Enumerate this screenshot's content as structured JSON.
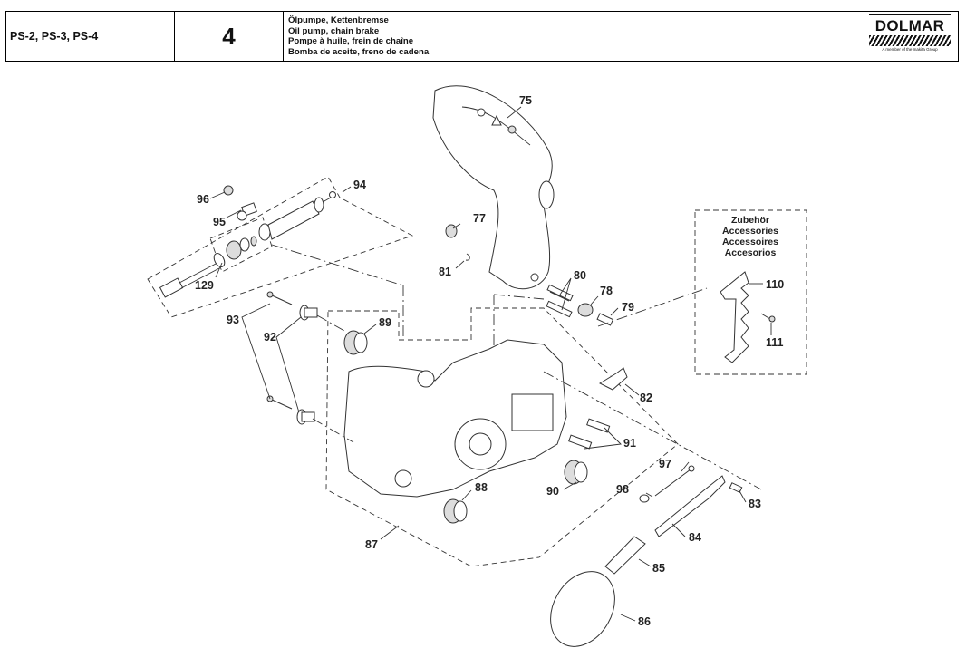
{
  "header": {
    "models": "PS-2, PS-3, PS-4",
    "group_number": "4",
    "titles": [
      "Ölpumpe, Kettenbremse",
      "Oil pump, chain brake",
      "Pompe à huile, frein de chaîne",
      "Bomba de aceite, freno de cadena"
    ],
    "logo": {
      "brand": "DOLMAR",
      "tagline": "A member of the makita Group"
    }
  },
  "accessories_box": {
    "titles": [
      "Zubehör",
      "Accessories",
      "Accessoires",
      "Accesorios"
    ]
  },
  "part_labels": {
    "p75": "75",
    "p77": "77",
    "p78": "78",
    "p79": "79",
    "p80": "80",
    "p81": "81",
    "p82": "82",
    "p83": "83",
    "p84": "84",
    "p85": "85",
    "p86": "86",
    "p87": "87",
    "p88": "88",
    "p89": "89",
    "p90": "90",
    "p91": "91",
    "p92": "92",
    "p93": "93",
    "p94": "94",
    "p95": "95",
    "p96": "96",
    "p97": "97",
    "p98": "98",
    "p110": "110",
    "p111": "111",
    "p129": "129"
  }
}
